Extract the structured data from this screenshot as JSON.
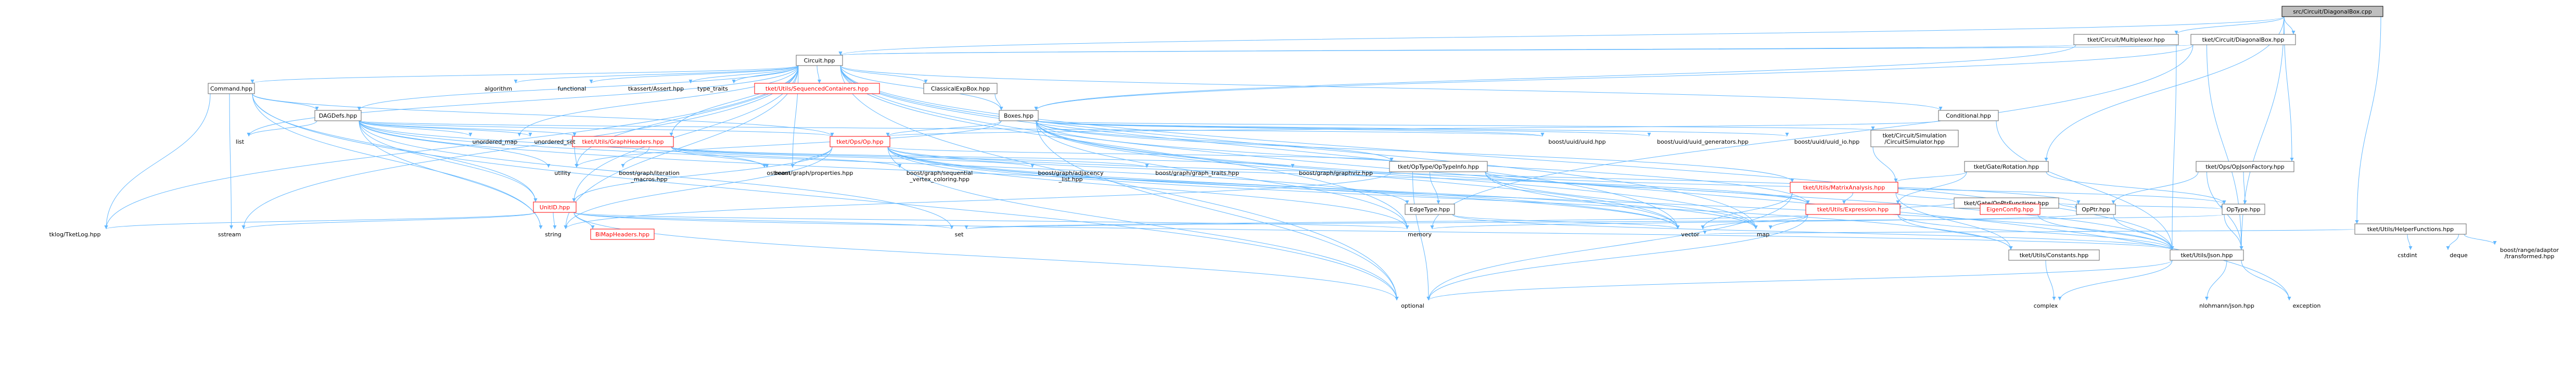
{
  "nodes": [
    {
      "id": "root",
      "lines": [
        "src/Circuit/DiagonalBox.cpp"
      ],
      "style": "root"
    },
    {
      "id": "multiplexor",
      "lines": [
        "tket/Circuit/Multiplexor.hpp"
      ],
      "style": "plain"
    },
    {
      "id": "diagonalbox_hpp",
      "lines": [
        "tket/Circuit/DiagonalBox.hpp"
      ],
      "style": "plain"
    },
    {
      "id": "circuit",
      "lines": [
        "Circuit.hpp"
      ],
      "style": "plain"
    },
    {
      "id": "command",
      "lines": [
        "Command.hpp"
      ],
      "style": "plain"
    },
    {
      "id": "algorithm",
      "lines": [
        "algorithm"
      ],
      "style": "text"
    },
    {
      "id": "functional",
      "lines": [
        "functional"
      ],
      "style": "text"
    },
    {
      "id": "tkassert",
      "lines": [
        "tkassert/Assert.hpp"
      ],
      "style": "text"
    },
    {
      "id": "type_traits",
      "lines": [
        "type_traits"
      ],
      "style": "text"
    },
    {
      "id": "seqcontainers",
      "lines": [
        "tket/Utils/SequencedContainers.hpp"
      ],
      "style": "red"
    },
    {
      "id": "classicalexpbox",
      "lines": [
        "ClassicalExpBox.hpp"
      ],
      "style": "plain"
    },
    {
      "id": "boxes",
      "lines": [
        "Boxes.hpp"
      ],
      "style": "plain"
    },
    {
      "id": "conditional",
      "lines": [
        "Conditional.hpp"
      ],
      "style": "plain"
    },
    {
      "id": "rotation",
      "lines": [
        "tket/Gate/Rotation.hpp"
      ],
      "style": "plain"
    },
    {
      "id": "opsjsonfactory",
      "lines": [
        "tket/Ops/OpJsonFactory.hpp"
      ],
      "style": "plain"
    },
    {
      "id": "helperfunctions",
      "lines": [
        "tket/Utils/HelperFunctions.hpp"
      ],
      "style": "plain"
    },
    {
      "id": "dagdefs",
      "lines": [
        "DAGDefs.hpp"
      ],
      "style": "plain"
    },
    {
      "id": "graphheaders",
      "lines": [
        "tket/Utils/GraphHeaders.hpp"
      ],
      "style": "red"
    },
    {
      "id": "op_hpp",
      "lines": [
        "tket/Ops/Op.hpp"
      ],
      "style": "red"
    },
    {
      "id": "list",
      "lines": [
        "list"
      ],
      "style": "text"
    },
    {
      "id": "unordered_map",
      "lines": [
        "unordered_map"
      ],
      "style": "text"
    },
    {
      "id": "unordered_set",
      "lines": [
        "unordered_set"
      ],
      "style": "text"
    },
    {
      "id": "utility",
      "lines": [
        "utility"
      ],
      "style": "text"
    },
    {
      "id": "ostream",
      "lines": [
        "ostream"
      ],
      "style": "text"
    },
    {
      "id": "boost_iteration_macros",
      "lines": [
        "boost/graph/iteration",
        "_macros.hpp"
      ],
      "style": "text"
    },
    {
      "id": "boost_properties",
      "lines": [
        "boost/graph/properties.hpp"
      ],
      "style": "text"
    },
    {
      "id": "boost_seq_coloring",
      "lines": [
        "boost/graph/sequential",
        "_vertex_coloring.hpp"
      ],
      "style": "text"
    },
    {
      "id": "boost_adjacency_list",
      "lines": [
        "boost/graph/adjacency",
        "_list.hpp"
      ],
      "style": "text"
    },
    {
      "id": "boost_graph_traits",
      "lines": [
        "boost/graph/graph_traits.hpp"
      ],
      "style": "text"
    },
    {
      "id": "boost_graphviz",
      "lines": [
        "boost/graph/graphviz.hpp"
      ],
      "style": "text"
    },
    {
      "id": "boost_uuid",
      "lines": [
        "boost/uuid/uuid.hpp"
      ],
      "style": "text"
    },
    {
      "id": "boost_uuid_generators",
      "lines": [
        "boost/uuid/uuid_generators.hpp"
      ],
      "style": "text"
    },
    {
      "id": "boost_uuid_io",
      "lines": [
        "boost/uuid/uuid_io.hpp"
      ],
      "style": "text"
    },
    {
      "id": "circuit_sim",
      "lines": [
        "tket/Circuit/Simulation",
        "/CircuitSimulator.hpp"
      ],
      "style": "plain"
    },
    {
      "id": "gate_opptrfunctions",
      "lines": [
        "tket/Gate/OpPtrFunctions.hpp"
      ],
      "style": "plain"
    },
    {
      "id": "optypeinfo",
      "lines": [
        "tket/OpType/OpTypeInfo.hpp"
      ],
      "style": "plain"
    },
    {
      "id": "matrixanalysis",
      "lines": [
        "tket/Utils/MatrixAnalysis.hpp"
      ],
      "style": "red"
    },
    {
      "id": "unitid",
      "lines": [
        "UnitID.hpp"
      ],
      "style": "red"
    },
    {
      "id": "edgetype",
      "lines": [
        "EdgeType.hpp"
      ],
      "style": "plain"
    },
    {
      "id": "expression",
      "lines": [
        "tket/Utils/Expression.hpp"
      ],
      "style": "red"
    },
    {
      "id": "eigenconfig",
      "lines": [
        "EigenConfig.hpp"
      ],
      "style": "red"
    },
    {
      "id": "opptr",
      "lines": [
        "OpPtr.hpp"
      ],
      "style": "plain"
    },
    {
      "id": "optype_hpp",
      "lines": [
        "OpType.hpp"
      ],
      "style": "plain"
    },
    {
      "id": "tklog",
      "lines": [
        "tklog/TketLog.hpp"
      ],
      "style": "text"
    },
    {
      "id": "sstream",
      "lines": [
        "sstream"
      ],
      "style": "text"
    },
    {
      "id": "string",
      "lines": [
        "string"
      ],
      "style": "text"
    },
    {
      "id": "bitmapheaders",
      "lines": [
        "BiMapHeaders.hpp"
      ],
      "style": "red"
    },
    {
      "id": "set",
      "lines": [
        "set"
      ],
      "style": "text"
    },
    {
      "id": "memory",
      "lines": [
        "memory"
      ],
      "style": "text"
    },
    {
      "id": "vector",
      "lines": [
        "vector"
      ],
      "style": "text"
    },
    {
      "id": "map",
      "lines": [
        "map"
      ],
      "style": "text"
    },
    {
      "id": "constants",
      "lines": [
        "tket/Utils/Constants.hpp"
      ],
      "style": "plain"
    },
    {
      "id": "json",
      "lines": [
        "tket/Utils/Json.hpp"
      ],
      "style": "plain"
    },
    {
      "id": "cstdint",
      "lines": [
        "cstdint"
      ],
      "style": "text"
    },
    {
      "id": "deque",
      "lines": [
        "deque"
      ],
      "style": "text"
    },
    {
      "id": "boost_range",
      "lines": [
        "boost/range/adaptor",
        "/transformed.hpp"
      ],
      "style": "text"
    },
    {
      "id": "optional",
      "lines": [
        "optional"
      ],
      "style": "text"
    },
    {
      "id": "complex",
      "lines": [
        "complex"
      ],
      "style": "text"
    },
    {
      "id": "nlohmann",
      "lines": [
        "nlohmann/json.hpp"
      ],
      "style": "text"
    },
    {
      "id": "exception",
      "lines": [
        "exception"
      ],
      "style": "text"
    }
  ],
  "edges": [
    [
      "root",
      "multiplexor"
    ],
    [
      "root",
      "diagonalbox_hpp"
    ],
    [
      "root",
      "circuit"
    ],
    [
      "root",
      "rotation"
    ],
    [
      "root",
      "opsjsonfactory"
    ],
    [
      "root",
      "helperfunctions"
    ],
    [
      "root",
      "json"
    ],
    [
      "multiplexor",
      "circuit"
    ],
    [
      "multiplexor",
      "boxes"
    ],
    [
      "multiplexor",
      "json"
    ],
    [
      "diagonalbox_hpp",
      "circuit"
    ],
    [
      "diagonalbox_hpp",
      "boxes"
    ],
    [
      "diagonalbox_hpp",
      "json"
    ],
    [
      "diagonalbox_hpp",
      "memory"
    ],
    [
      "circuit",
      "command"
    ],
    [
      "circuit",
      "algorithm"
    ],
    [
      "circuit",
      "functional"
    ],
    [
      "circuit",
      "tkassert"
    ],
    [
      "circuit",
      "type_traits"
    ],
    [
      "circuit",
      "seqcontainers"
    ],
    [
      "circuit",
      "classicalexpbox"
    ],
    [
      "circuit",
      "boxes"
    ],
    [
      "circuit",
      "conditional"
    ],
    [
      "circuit",
      "dagdefs"
    ],
    [
      "circuit",
      "graphheaders"
    ],
    [
      "circuit",
      "list"
    ],
    [
      "circuit",
      "unordered_map"
    ],
    [
      "circuit",
      "utility"
    ],
    [
      "circuit",
      "unitid"
    ],
    [
      "circuit",
      "tklog"
    ],
    [
      "circuit",
      "sstream"
    ],
    [
      "circuit",
      "string"
    ],
    [
      "circuit",
      "memory"
    ],
    [
      "circuit",
      "vector"
    ],
    [
      "circuit",
      "map"
    ],
    [
      "circuit",
      "json"
    ],
    [
      "circuit",
      "optional"
    ],
    [
      "circuit",
      "exception"
    ],
    [
      "circuit",
      "ostream"
    ],
    [
      "command",
      "dagdefs"
    ],
    [
      "command",
      "unitid"
    ],
    [
      "command",
      "tklog"
    ],
    [
      "command",
      "sstream"
    ],
    [
      "command",
      "string"
    ],
    [
      "command",
      "optional"
    ],
    [
      "command",
      "op_hpp"
    ],
    [
      "classicalexpbox",
      "boxes"
    ],
    [
      "boxes",
      "op_hpp"
    ],
    [
      "boxes",
      "boost_uuid"
    ],
    [
      "boxes",
      "boost_uuid_generators"
    ],
    [
      "boxes",
      "boost_uuid_io"
    ],
    [
      "boxes",
      "circuit_sim"
    ],
    [
      "boxes",
      "matrixanalysis"
    ],
    [
      "boxes",
      "optypeinfo"
    ],
    [
      "boxes",
      "expression"
    ],
    [
      "boxes",
      "json"
    ],
    [
      "boxes",
      "memory"
    ],
    [
      "boxes",
      "optional"
    ],
    [
      "boxes",
      "vector"
    ],
    [
      "boxes",
      "map"
    ],
    [
      "boxes",
      "utility"
    ],
    [
      "conditional",
      "op_hpp"
    ],
    [
      "conditional",
      "json"
    ],
    [
      "rotation",
      "matrixanalysis"
    ],
    [
      "rotation",
      "expression"
    ],
    [
      "rotation",
      "optype_hpp"
    ],
    [
      "opsjsonfactory",
      "opptr"
    ],
    [
      "opsjsonfactory",
      "optype_hpp"
    ],
    [
      "opsjsonfactory",
      "json"
    ],
    [
      "helperfunctions",
      "cstdint"
    ],
    [
      "helperfunctions",
      "deque"
    ],
    [
      "helperfunctions",
      "boost_range"
    ],
    [
      "helperfunctions",
      "vector"
    ],
    [
      "dagdefs",
      "graphheaders"
    ],
    [
      "dagdefs",
      "op_hpp"
    ],
    [
      "dagdefs",
      "edgetype"
    ],
    [
      "dagdefs",
      "unitid"
    ],
    [
      "dagdefs",
      "list"
    ],
    [
      "dagdefs",
      "unordered_map"
    ],
    [
      "dagdefs",
      "unordered_set"
    ],
    [
      "dagdefs",
      "utility"
    ],
    [
      "dagdefs",
      "ostream"
    ],
    [
      "dagdefs",
      "string"
    ],
    [
      "dagdefs",
      "set"
    ],
    [
      "dagdefs",
      "vector"
    ],
    [
      "dagdefs",
      "boost_uuid"
    ],
    [
      "graphheaders",
      "boost_iteration_macros"
    ],
    [
      "graphheaders",
      "boost_properties"
    ],
    [
      "graphheaders",
      "boost_seq_coloring"
    ],
    [
      "graphheaders",
      "boost_adjacency_list"
    ],
    [
      "graphheaders",
      "boost_graph_traits"
    ],
    [
      "graphheaders",
      "boost_graphviz"
    ],
    [
      "graphheaders",
      "utility"
    ],
    [
      "op_hpp",
      "optypeinfo"
    ],
    [
      "op_hpp",
      "expression"
    ],
    [
      "op_hpp",
      "constants"
    ],
    [
      "op_hpp",
      "json"
    ],
    [
      "op_hpp",
      "unitid"
    ],
    [
      "op_hpp",
      "opptr"
    ],
    [
      "op_hpp",
      "optional"
    ],
    [
      "op_hpp",
      "memory"
    ],
    [
      "op_hpp",
      "vector"
    ],
    [
      "op_hpp",
      "string"
    ],
    [
      "op_hpp",
      "ostream"
    ],
    [
      "op_hpp",
      "map"
    ],
    [
      "circuit_sim",
      "matrixanalysis"
    ],
    [
      "gate_opptrfunctions",
      "expression"
    ],
    [
      "gate_opptrfunctions",
      "opptr"
    ],
    [
      "gate_opptrfunctions",
      "optype_hpp"
    ],
    [
      "optypeinfo",
      "edgetype"
    ],
    [
      "optypeinfo",
      "optype_hpp"
    ],
    [
      "optypeinfo",
      "expression"
    ],
    [
      "optypeinfo",
      "optional"
    ],
    [
      "optypeinfo",
      "map"
    ],
    [
      "optypeinfo",
      "vector"
    ],
    [
      "optypeinfo",
      "string"
    ],
    [
      "matrixanalysis",
      "expression"
    ],
    [
      "matrixanalysis",
      "eigenconfig"
    ],
    [
      "matrixanalysis",
      "constants"
    ],
    [
      "matrixanalysis",
      "vector"
    ],
    [
      "matrixanalysis",
      "optional"
    ],
    [
      "unitid",
      "bitmapheaders"
    ],
    [
      "unitid",
      "json"
    ],
    [
      "unitid",
      "set"
    ],
    [
      "unitid",
      "sstream"
    ],
    [
      "unitid",
      "string"
    ],
    [
      "unitid",
      "memory"
    ],
    [
      "unitid",
      "optional"
    ],
    [
      "unitid",
      "tklog"
    ],
    [
      "edgetype",
      "json"
    ],
    [
      "edgetype",
      "vector"
    ],
    [
      "expression",
      "constants"
    ],
    [
      "expression",
      "json"
    ],
    [
      "expression",
      "map"
    ],
    [
      "expression",
      "optional"
    ],
    [
      "expression",
      "vector"
    ],
    [
      "expression",
      "set"
    ],
    [
      "eigenconfig",
      "json"
    ],
    [
      "opptr",
      "json"
    ],
    [
      "opptr",
      "memory"
    ],
    [
      "optype_hpp",
      "json"
    ],
    [
      "optype_hpp",
      "set"
    ],
    [
      "constants",
      "complex"
    ],
    [
      "json",
      "optional"
    ],
    [
      "json",
      "complex"
    ],
    [
      "json",
      "nlohmann"
    ],
    [
      "json",
      "exception"
    ]
  ]
}
